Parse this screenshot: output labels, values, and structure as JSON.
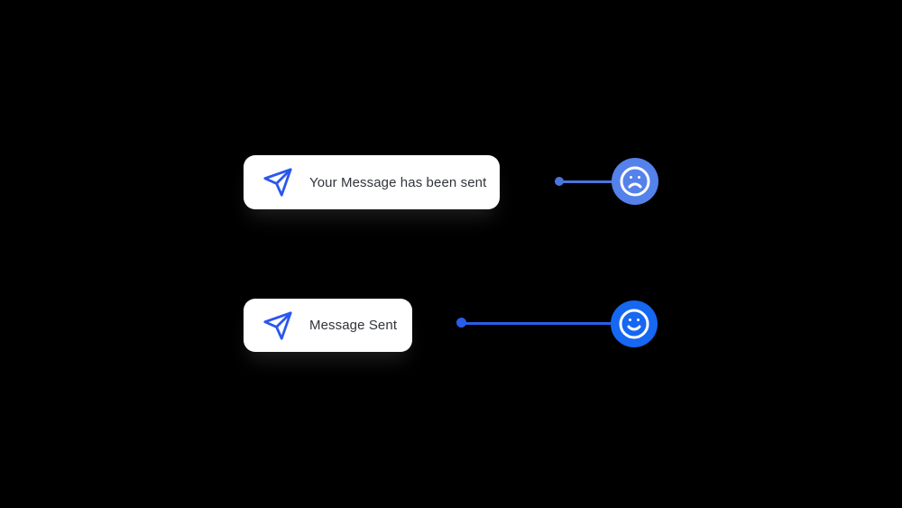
{
  "illustration": {
    "background": "#000000",
    "rows": [
      {
        "toast": {
          "icon": "send-icon",
          "label": "Your Message has been sent"
        },
        "reaction": {
          "icon": "frown-face-icon",
          "sentiment": "negative",
          "circle_color": "#5581EA",
          "connector_color": "#4C75DC"
        }
      },
      {
        "toast": {
          "icon": "send-icon",
          "label": "Message Sent"
        },
        "reaction": {
          "icon": "smile-face-icon",
          "sentiment": "positive",
          "circle_color": "#1667F2",
          "connector_color": "#2B5CE9"
        }
      }
    ]
  },
  "colors": {
    "bg": "#000000",
    "card-bg": "#FFFFFF",
    "text": "#31343A",
    "send-blue": "#2B57EE",
    "sad-blue": "#5581EA",
    "happy-blue": "#1667F2",
    "connector-top": "#4C75DC",
    "connector-bottom": "#2B5CE9",
    "face-stroke": "#FFFFFF"
  }
}
